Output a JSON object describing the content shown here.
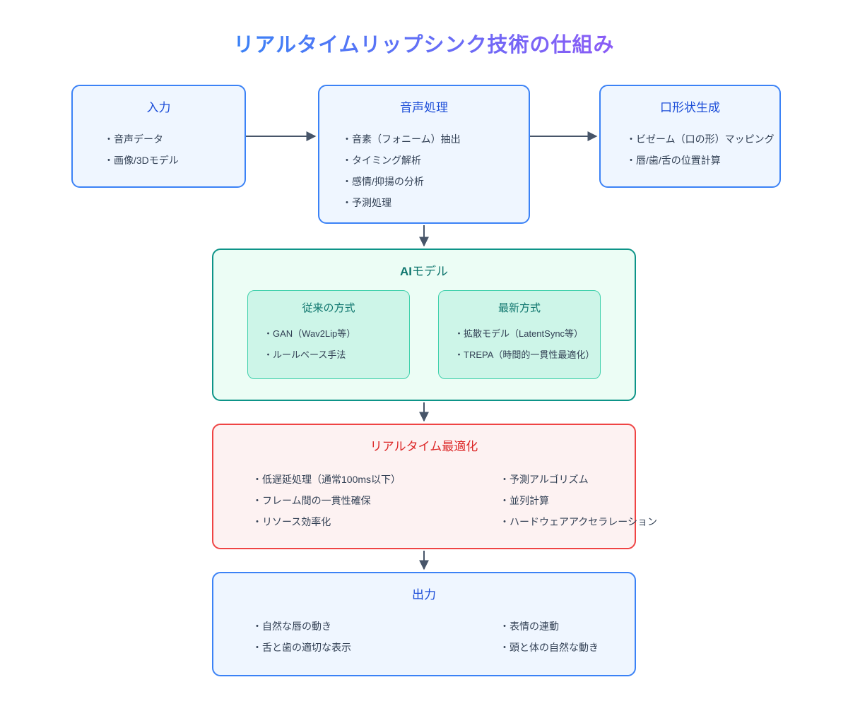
{
  "diagram": {
    "title": "リアルタイムリップシンク技術の仕組み",
    "nodes": {
      "input": {
        "title": "入力",
        "items": [
          "・音声データ",
          "・画像/3Dモデル"
        ]
      },
      "audio_processing": {
        "title": "音声処理",
        "items": [
          "・音素（フォニーム）抽出",
          "・タイミング解析",
          "・感情/抑揚の分析",
          "・予測処理"
        ]
      },
      "mouth_shape": {
        "title": "口形状生成",
        "items": [
          "・ビゼーム（口の形）マッピング",
          "・唇/歯/舌の位置計算"
        ]
      },
      "ai_model": {
        "title_bold": "AI",
        "title_rest": "モデル",
        "traditional": {
          "title": "従来の方式",
          "items": [
            "・GAN（Wav2Lip等）",
            "・ルールベース手法"
          ]
        },
        "latest": {
          "title": "最新方式",
          "items": [
            "・拡散モデル（LatentSync等）",
            "・TREPA（時間的一貫性最適化）"
          ]
        }
      },
      "realtime_optimization": {
        "title": "リアルタイム最適化",
        "left_items": [
          "・低遅延処理（通常100ms以下）",
          "・フレーム間の一貫性確保",
          "・リソース効率化"
        ],
        "right_items": [
          "・予測アルゴリズム",
          "・並列計算",
          "・ハードウェアアクセラレーション"
        ]
      },
      "output": {
        "title": "出力",
        "left_items": [
          "・自然な唇の動き",
          "・舌と歯の適切な表示"
        ],
        "right_items": [
          "・表情の連動",
          "・頭と体の自然な動き"
        ]
      }
    },
    "colors": {
      "title_gradient_start": "#3b82f6",
      "title_gradient_end": "#8b5cf6",
      "blue_border": "#3b82f6",
      "blue_bg": "#eff6ff",
      "blue_title": "#1d4ed8",
      "teal_border": "#0d9488",
      "teal_bg": "#ecfdf5",
      "teal_title": "#0f766e",
      "teal_inner_bg": "#cdf5e8",
      "teal_inner_border": "#3fd0ab",
      "red_border": "#ef4444",
      "red_bg": "#fdf2f2",
      "red_title": "#dc2626",
      "body_text": "#334155",
      "arrow": "#475569"
    }
  }
}
